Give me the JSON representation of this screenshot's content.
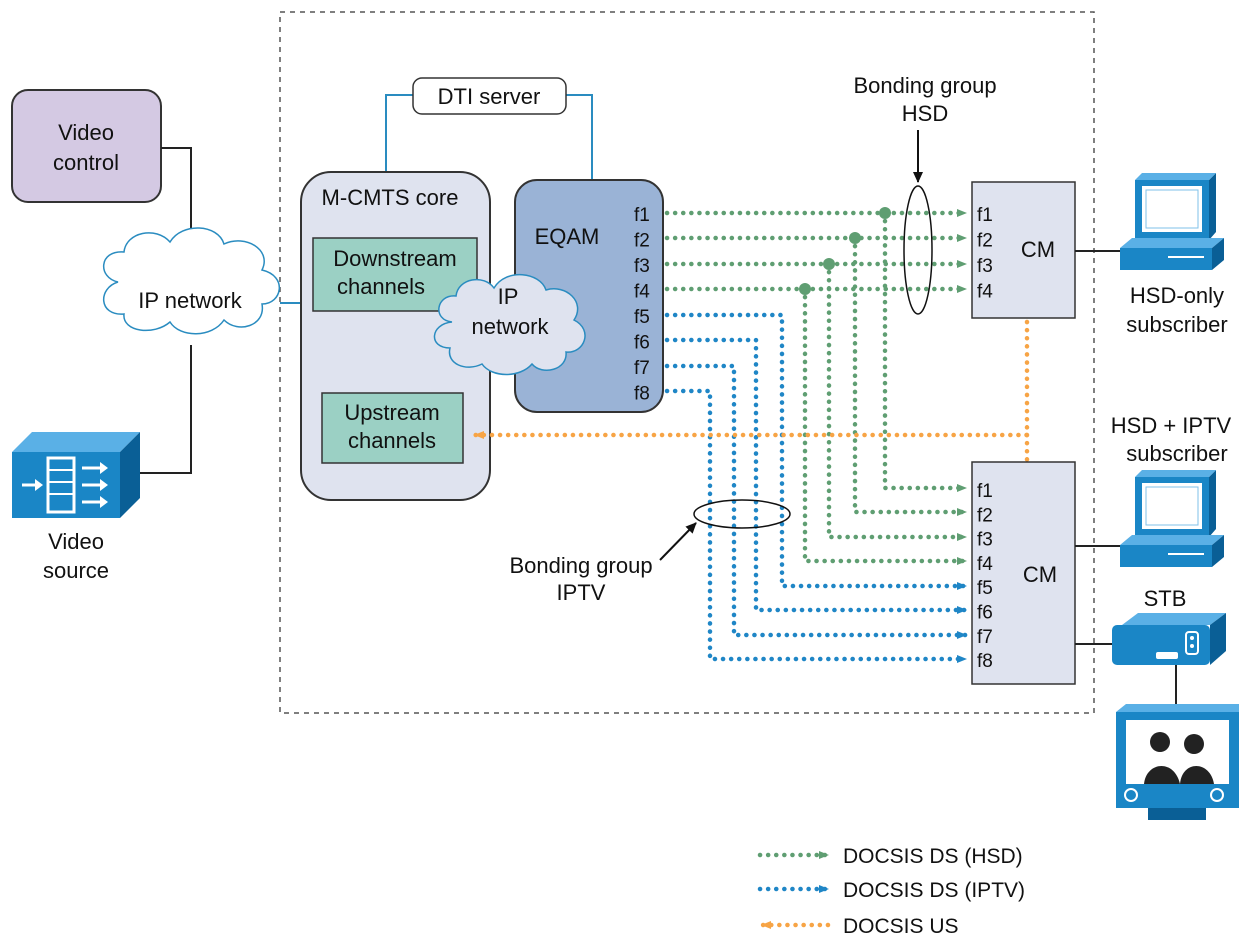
{
  "video_control": {
    "line1": "Video",
    "line2": "control"
  },
  "video_source": {
    "line1": "Video",
    "line2": "source"
  },
  "ip_network_left": "IP network",
  "ip_network_inner": {
    "line1": "IP",
    "line2": "network"
  },
  "dti_server": "DTI server",
  "mcmts_core": "M-CMTS core",
  "downstream_channels": {
    "line1": "Downstream",
    "line2": "channels"
  },
  "upstream_channels": {
    "line1": "Upstream",
    "line2": "channels"
  },
  "eqam": {
    "label": "EQAM",
    "freqs": [
      "f1",
      "f2",
      "f3",
      "f4",
      "f5",
      "f6",
      "f7",
      "f8"
    ]
  },
  "bonding_hsd": {
    "line1": "Bonding group",
    "line2": "HSD"
  },
  "bonding_iptv": {
    "line1": "Bonding group",
    "line2": "IPTV"
  },
  "cm_top": {
    "label": "CM",
    "freqs": [
      "f1",
      "f2",
      "f3",
      "f4"
    ]
  },
  "cm_bottom": {
    "label": "CM",
    "freqs": [
      "f1",
      "f2",
      "f3",
      "f4",
      "f5",
      "f6",
      "f7",
      "f8"
    ]
  },
  "hsd_only_subscriber": {
    "line1": "HSD-only",
    "line2": "subscriber"
  },
  "hsd_iptv_subscriber": {
    "line1": "HSD + IPTV",
    "line2": "subscriber"
  },
  "stb": "STB",
  "legend": [
    {
      "label": "DOCSIS DS (HSD)",
      "color": "#5f9e72"
    },
    {
      "label": "DOCSIS DS (IPTV)",
      "color": "#1f86c6"
    },
    {
      "label": "DOCSIS US",
      "color": "#f7a445"
    }
  ],
  "colors": {
    "line": "#2a8cc0",
    "hsd": "#5f9e72",
    "iptv": "#1f86c6",
    "us": "#f7a445",
    "box_fill": "#dfe3ef",
    "eqam_fill": "#9ab3d6",
    "channel_fill": "#9bd0c4",
    "video_control_fill": "#d4c9e3"
  }
}
